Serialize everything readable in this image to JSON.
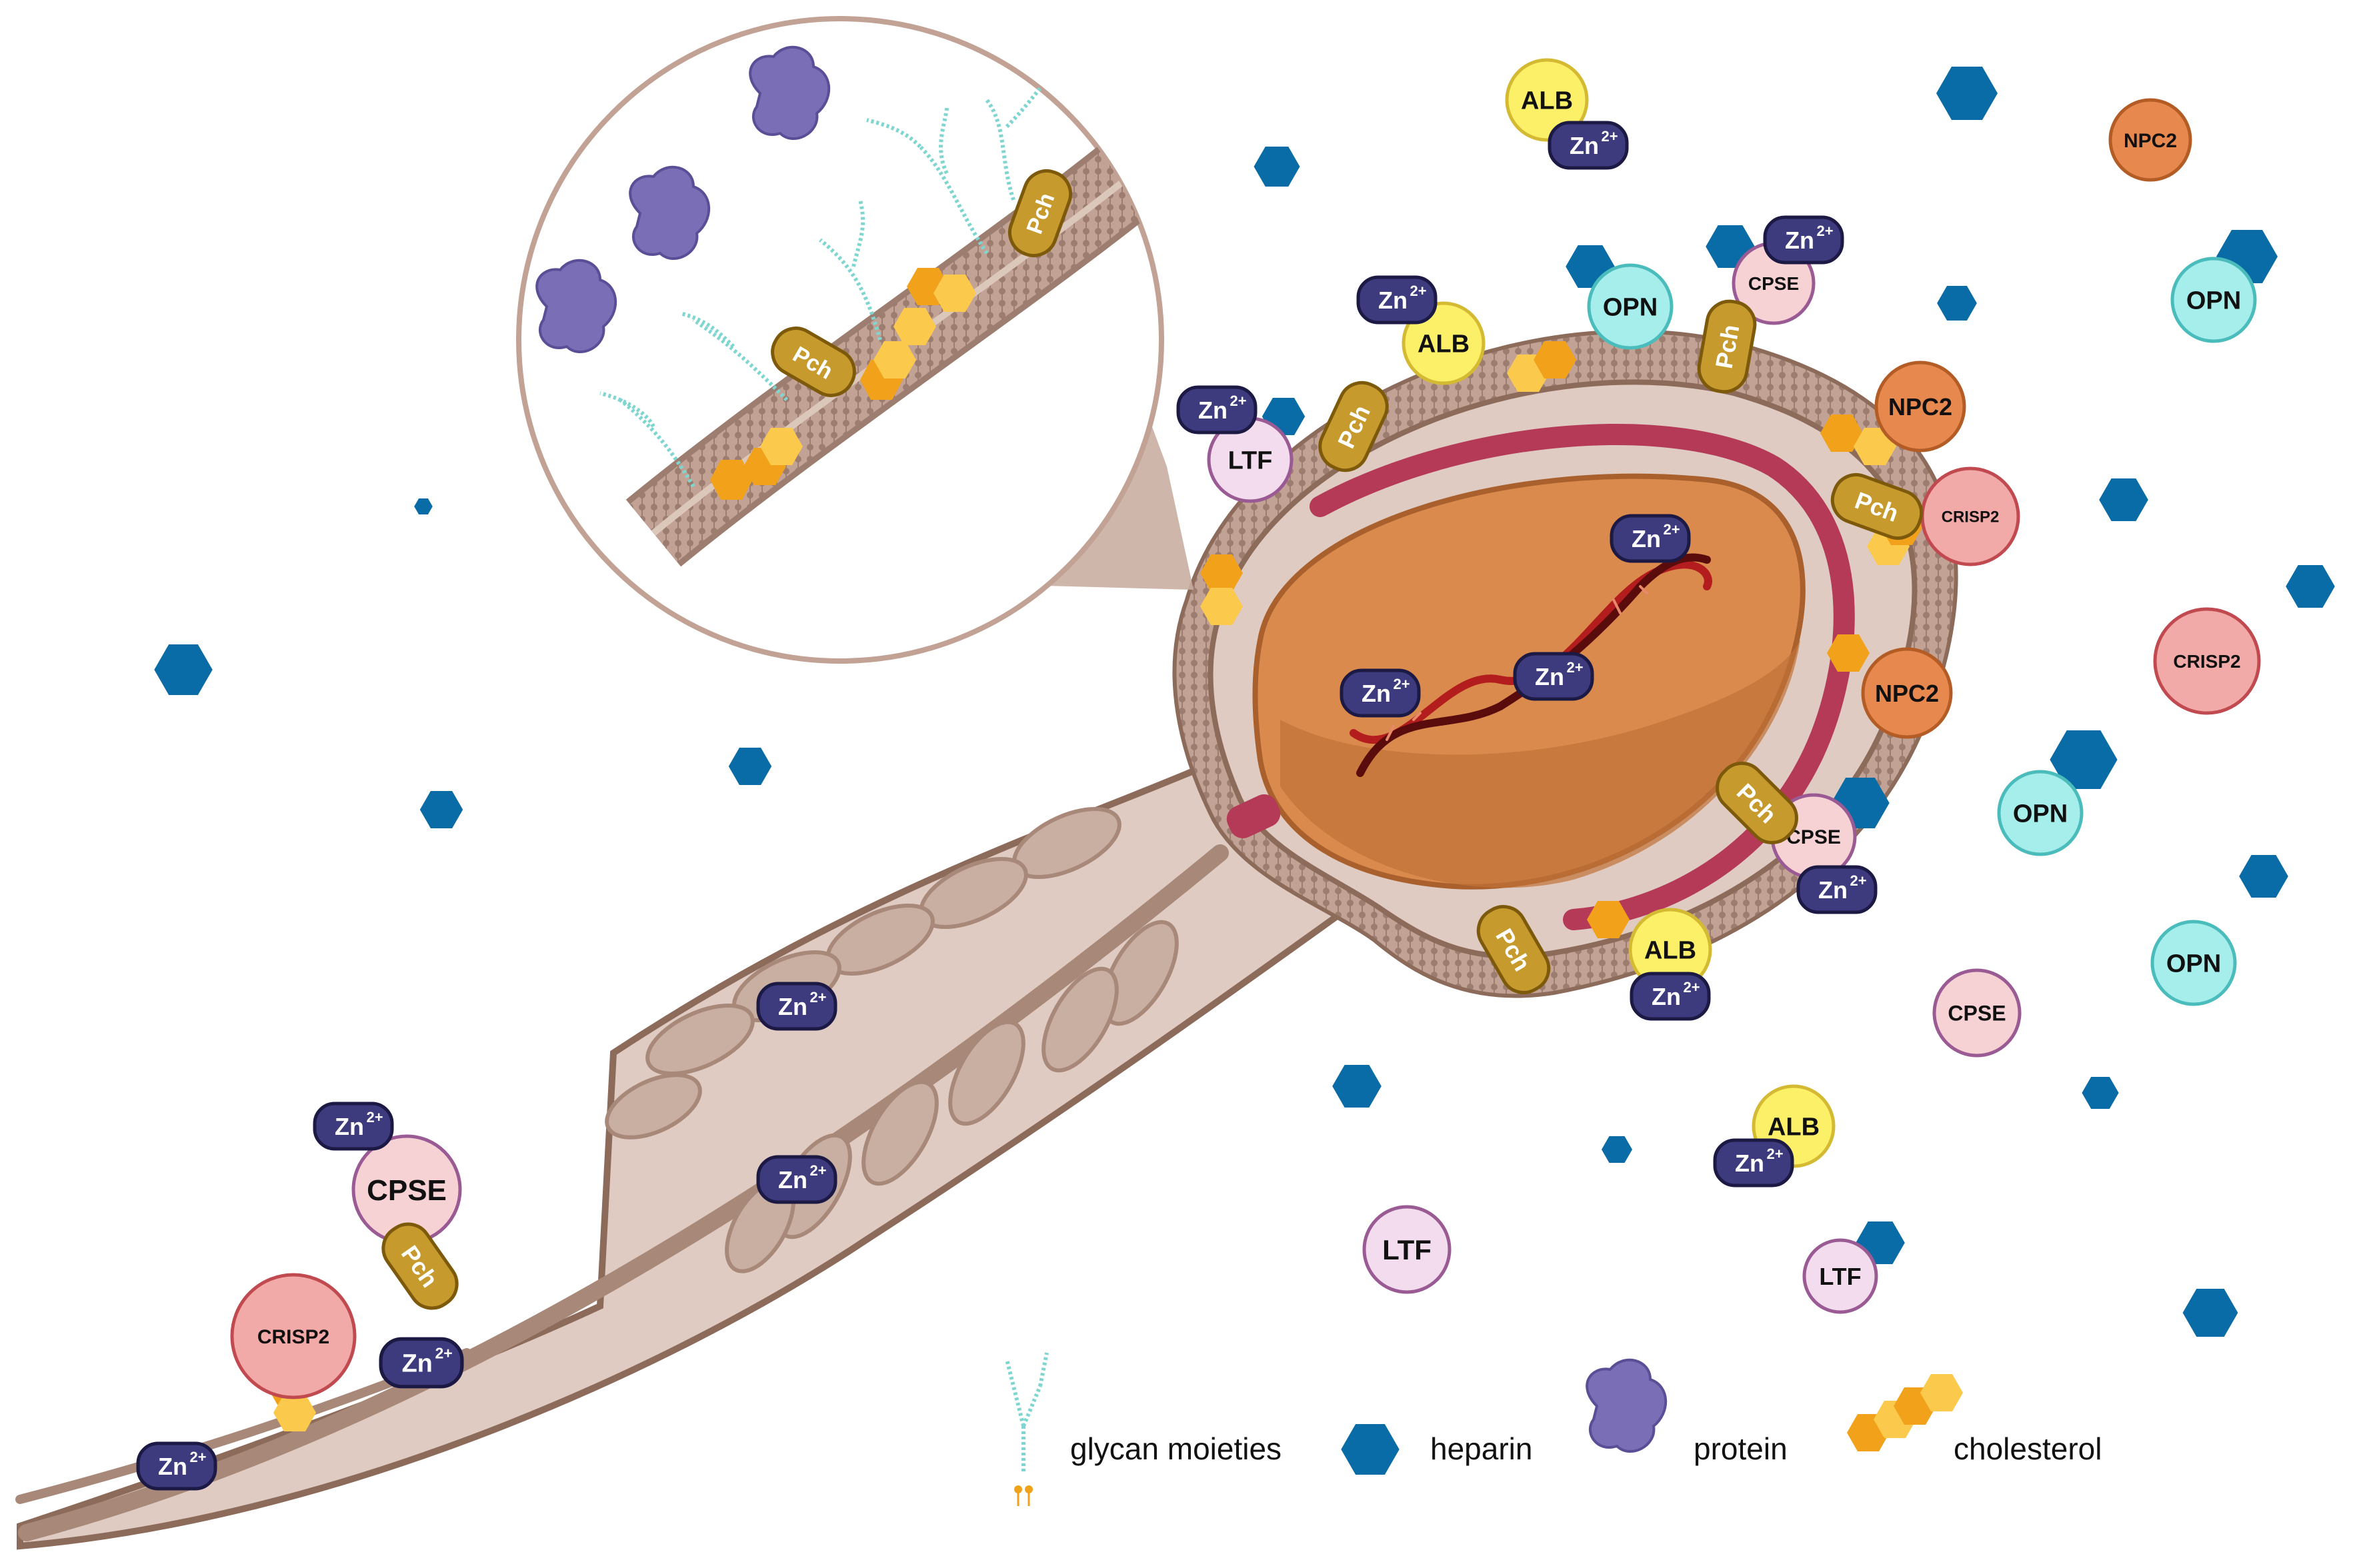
{
  "colors": {
    "heparin": "#0a6ca6",
    "zinc_fill": "#3d3b7e",
    "zinc_stroke": "#1c1a44",
    "alb_fill": "#fbf067",
    "alb_stroke": "#d4b932",
    "opn_fill": "#a6eeeb",
    "opn_stroke": "#4bbcbc",
    "npc2_fill": "#e7894e",
    "npc2_stroke": "#b35c26",
    "crisp2_fill": "#f2aaa9",
    "crisp2_stroke": "#c04a4f",
    "cpse_fill": "#f7d2d5",
    "cpse_stroke": "#9a5a93",
    "ltf_fill": "#f2dcee",
    "ltf_stroke": "#9a5a93",
    "pch_fill": "#c69a2c",
    "pch_stroke": "#7d5a0b",
    "cholesterol": "#f2a21a",
    "membrane": "#a88878",
    "cell_body": "#dfcbc2",
    "nucleus": "#d98a4c",
    "acrosome": "#b43a57",
    "glycan": "#7fd6d0",
    "protein": "#7a6fb6",
    "dna": "#b31d1d"
  },
  "icons": {
    "heparin": "hexagon-icon",
    "protein": "protein-blob-icon",
    "cholesterol": "cholesterol-hex-icon",
    "glycan": "glycan-branch-icon",
    "dna": "dna-helix-icon",
    "mitochondria": "mitochondrion-icon"
  },
  "labels": {
    "zinc": "Zn",
    "zinc_charge": "2+",
    "alb": "ALB",
    "opn": "OPN",
    "npc2": "NPC2",
    "crisp2": "CRISP2",
    "cpse": "CPSE",
    "ltf": "LTF",
    "pch": "Pch"
  },
  "legend": {
    "glycan": "glycan moieties",
    "heparin": "heparin",
    "protein": "protein",
    "cholesterol": "cholesterol"
  }
}
